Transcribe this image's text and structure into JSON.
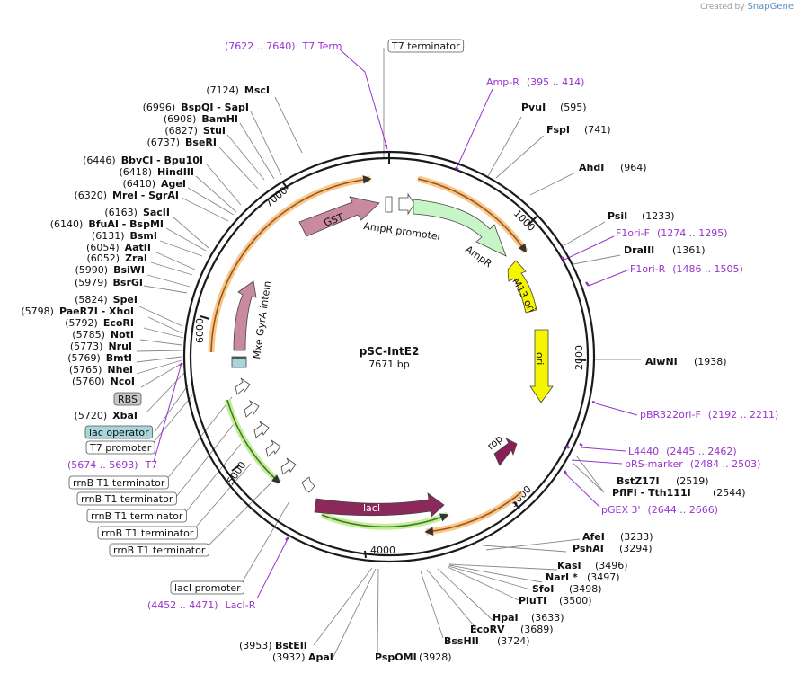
{
  "credit": {
    "prefix": "Created by",
    "brand": "SnapGene"
  },
  "plasmid": {
    "name": "pSC-IntE2",
    "length": "7671 bp"
  },
  "tick_labels": [
    "1000",
    "2000",
    "3000",
    "4000",
    "5000",
    "6000",
    "7000"
  ],
  "features": [
    {
      "name": "GST",
      "color": "#c9899f"
    },
    {
      "name": "AmpR promoter",
      "color": "#ffffff"
    },
    {
      "name": "AmpR",
      "color": "#c8f5c8"
    },
    {
      "name": "M13 ori",
      "color": "#f5f500"
    },
    {
      "name": "ori",
      "color": "#f5f500"
    },
    {
      "name": "rop",
      "color": "#8b1e55"
    },
    {
      "name": "lacI",
      "color": "#8b2a5a"
    },
    {
      "name": "Mxe GyrA intein",
      "color": "#c9899f"
    }
  ],
  "enzymes_right": [
    {
      "name": "PvuI",
      "pos": "(595)"
    },
    {
      "name": "FspI",
      "pos": "(741)"
    },
    {
      "name": "AhdI",
      "pos": "(964)"
    },
    {
      "name": "PsiI",
      "pos": "(1233)"
    },
    {
      "name": "DraIII",
      "pos": "(1361)"
    },
    {
      "name": "AlwNI",
      "pos": "(1938)"
    },
    {
      "name": "BstZ17I",
      "pos": "(2519)"
    },
    {
      "name": "PflFI - Tth111I",
      "pos": "(2544)"
    },
    {
      "name": "AfeI",
      "pos": "(3233)"
    },
    {
      "name": "PshAI",
      "pos": "(3294)"
    },
    {
      "name": "KasI",
      "pos": "(3496)"
    },
    {
      "name": "NarI *",
      "pos": "(3497)"
    },
    {
      "name": "SfoI",
      "pos": "(3498)"
    },
    {
      "name": "PluTI",
      "pos": "(3500)"
    },
    {
      "name": "HpaI",
      "pos": "(3633)"
    },
    {
      "name": "EcoRV",
      "pos": "(3689)"
    },
    {
      "name": "BssHII",
      "pos": "(3724)"
    }
  ],
  "enzymes_bottom": [
    {
      "name": "BstEII",
      "pos": "(3953)"
    },
    {
      "name": "ApaI",
      "pos": "(3932)"
    },
    {
      "name": "PspOMI",
      "pos": "(3928)"
    }
  ],
  "enzymes_left": [
    {
      "name": "MscI",
      "pos": "(7124)"
    },
    {
      "name": "BspQI - SapI",
      "pos": "(6996)"
    },
    {
      "name": "BamHI",
      "pos": "(6908)"
    },
    {
      "name": "StuI",
      "pos": "(6827)"
    },
    {
      "name": "BseRI",
      "pos": "(6737)"
    },
    {
      "name": "BbvCI - Bpu10I",
      "pos": "(6446)"
    },
    {
      "name": "HindIII",
      "pos": "(6418)"
    },
    {
      "name": "AgeI",
      "pos": "(6410)"
    },
    {
      "name": "MreI - SgrAI",
      "pos": "(6320)"
    },
    {
      "name": "SacII",
      "pos": "(6163)"
    },
    {
      "name": "BfuAI - BspMI",
      "pos": "(6140)"
    },
    {
      "name": "BsmI",
      "pos": "(6131)"
    },
    {
      "name": "AatII",
      "pos": "(6054)"
    },
    {
      "name": "ZraI",
      "pos": "(6052)"
    },
    {
      "name": "BsiWI",
      "pos": "(5990)"
    },
    {
      "name": "BsrGI",
      "pos": "(5979)"
    },
    {
      "name": "SpeI",
      "pos": "(5824)"
    },
    {
      "name": "PaeR7I - XhoI",
      "pos": "(5798)"
    },
    {
      "name": "EcoRI",
      "pos": "(5792)"
    },
    {
      "name": "NotI",
      "pos": "(5785)"
    },
    {
      "name": "NruI",
      "pos": "(5773)"
    },
    {
      "name": "BmtI",
      "pos": "(5769)"
    },
    {
      "name": "NheI",
      "pos": "(5765)"
    },
    {
      "name": "NcoI",
      "pos": "(5760)"
    },
    {
      "name": "XbaI",
      "pos": "(5720)"
    }
  ],
  "primers": [
    {
      "name": "T7 Term",
      "range": "(7622 .. 7640)"
    },
    {
      "name": "Amp-R",
      "range": "(395 .. 414)"
    },
    {
      "name": "F1ori-F",
      "range": "(1274 .. 1295)"
    },
    {
      "name": "F1ori-R",
      "range": "(1486 .. 1505)"
    },
    {
      "name": "pBR322ori-F",
      "range": "(2192 .. 2211)"
    },
    {
      "name": "L4440",
      "range": "(2445 .. 2462)"
    },
    {
      "name": "pRS-marker",
      "range": "(2484 .. 2503)"
    },
    {
      "name": "pGEX 3'",
      "range": "(2644 .. 2666)"
    },
    {
      "name": "LacI-R",
      "range": "(4452 .. 4471)"
    },
    {
      "name": "T7",
      "range": "(5674 .. 5693)"
    }
  ],
  "boxed_labels": [
    {
      "text": "T7 terminator",
      "fill": "#ffffff"
    },
    {
      "text": "RBS",
      "fill": "#c8c8c8"
    },
    {
      "text": "lac operator",
      "fill": "#a8d4dc"
    },
    {
      "text": "T7 promoter",
      "fill": "#ffffff"
    },
    {
      "text": "rrnB T1 terminator",
      "fill": "#ffffff"
    },
    {
      "text": "rrnB T1 terminator",
      "fill": "#ffffff"
    },
    {
      "text": "rrnB T1 terminator",
      "fill": "#ffffff"
    },
    {
      "text": "rrnB T1 terminator",
      "fill": "#ffffff"
    },
    {
      "text": "rrnB T1 terminator",
      "fill": "#ffffff"
    },
    {
      "text": "lacI promoter",
      "fill": "#ffffff"
    }
  ],
  "colors": {
    "backbone": "#1a1a1a",
    "primer": "#9933cc",
    "orf": "#e8a03c",
    "leader": "#888888"
  }
}
